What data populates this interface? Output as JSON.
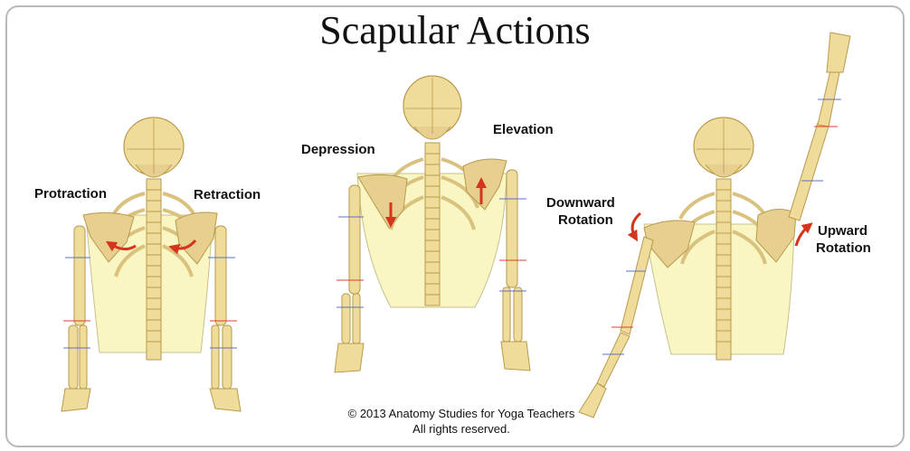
{
  "title": "Scapular Actions",
  "figures": [
    {
      "labels": [
        "Protraction",
        "Retraction"
      ]
    },
    {
      "labels": [
        "Depression",
        "Elevation"
      ]
    },
    {
      "labels": [
        "Downward",
        "Rotation",
        "Upward",
        "Rotation"
      ]
    }
  ],
  "copyright": {
    "line1": "© 2013 Anatomy Studies for Yoga Teachers",
    "line2": "All rights reserved."
  },
  "colors": {
    "bone": "#f0dc9a",
    "bone_stroke": "#b89a4c",
    "torso": "#f9f6c4",
    "scapula": "#e6cf8f",
    "arrow": "#d5351c",
    "tick_red": "#d8412f",
    "tick_blue": "#5a6fc8"
  }
}
